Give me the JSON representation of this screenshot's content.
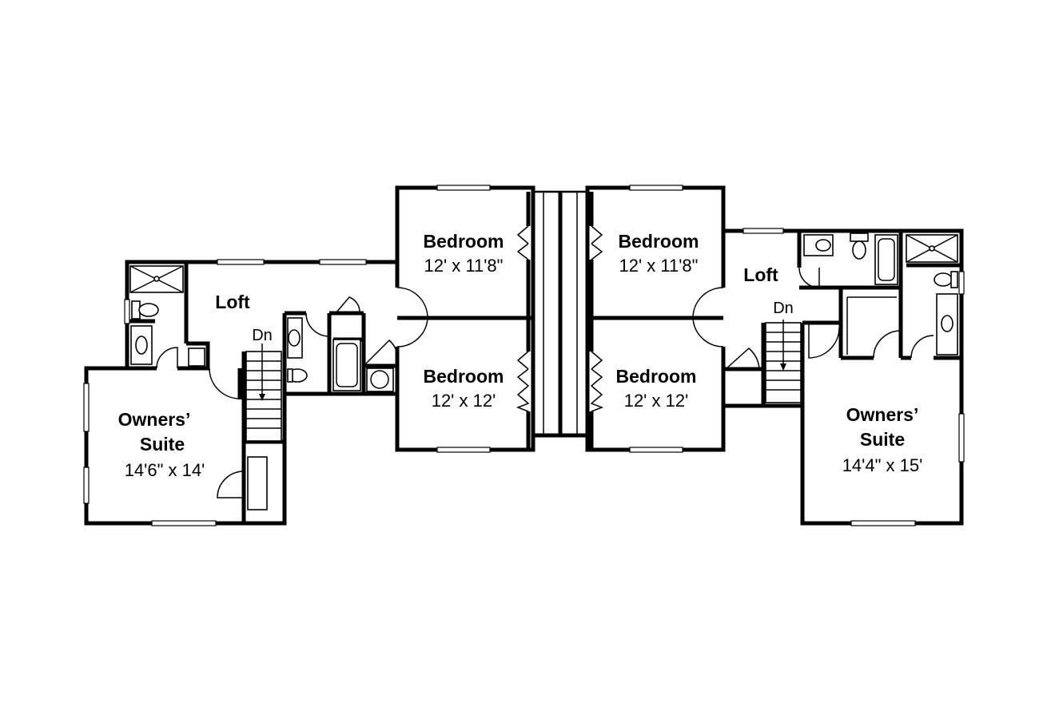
{
  "rooms": {
    "owners_suite_left": {
      "name": "Owners’\nSuite",
      "name_line1": "Owners’",
      "name_line2": "Suite",
      "dims": "14'6\" x 14'"
    },
    "loft_left": {
      "name": "Loft"
    },
    "stair_left": {
      "label": "Dn"
    },
    "bedroom_upper_left": {
      "name": "Bedroom",
      "dims": "12' x 11'8\""
    },
    "bedroom_lower_left": {
      "name": "Bedroom",
      "dims": "12' x 12'"
    },
    "bedroom_upper_right": {
      "name": "Bedroom",
      "dims": "12' x 11'8\""
    },
    "bedroom_lower_right": {
      "name": "Bedroom",
      "dims": "12' x 12'"
    },
    "loft_right": {
      "name": "Loft"
    },
    "stair_right": {
      "label": "Dn"
    },
    "owners_suite_right": {
      "name_line1": "Owners’",
      "name_line2": "Suite",
      "dims": "14'4\" x 15'"
    }
  },
  "colors": {
    "wall": "#000000",
    "background": "#ffffff"
  }
}
